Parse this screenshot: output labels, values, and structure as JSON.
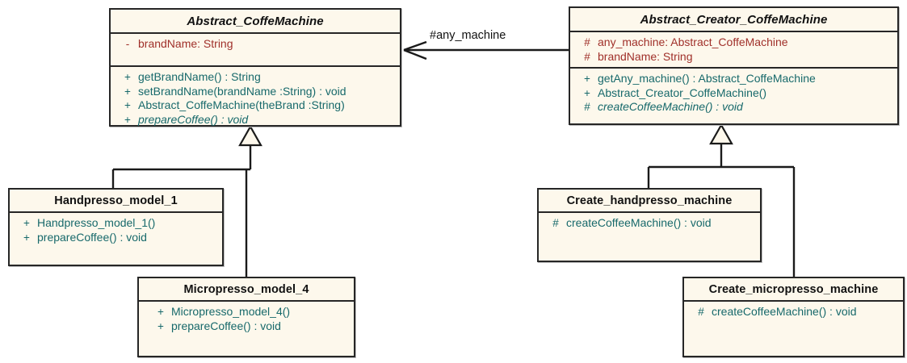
{
  "diagram": {
    "kind": "uml-class-diagram",
    "colors": {
      "box_fill": "#FDF8EC",
      "box_border": "#262626",
      "class_name": "#111111",
      "attribute": "#A0302A",
      "method": "#17696B",
      "edge": "#1a1a1a",
      "background": "#FFFFFF"
    }
  },
  "classes": {
    "abstract_coffemachine": {
      "name": "Abstract_CoffeMachine",
      "attributes": [
        {
          "visibility": "-",
          "text": "brandName:  String"
        }
      ],
      "methods": [
        {
          "visibility": "+",
          "text": "getBrandName() : String",
          "abstract": false
        },
        {
          "visibility": "+",
          "text": "setBrandName(brandName :String) : void",
          "abstract": false
        },
        {
          "visibility": "+",
          "text": "Abstract_CoffeMachine(theBrand :String)",
          "abstract": false
        },
        {
          "visibility": "+",
          "text": "prepareCoffee() : void",
          "abstract": true
        }
      ]
    },
    "abstract_creator_coffemachine": {
      "name": "Abstract_Creator_CoffeMachine",
      "attributes": [
        {
          "visibility": "#",
          "text": "any_machine:  Abstract_CoffeMachine"
        },
        {
          "visibility": "#",
          "text": "brandName:  String"
        }
      ],
      "methods": [
        {
          "visibility": "+",
          "text": "getAny_machine() : Abstract_CoffeMachine",
          "abstract": false
        },
        {
          "visibility": "+",
          "text": "Abstract_Creator_CoffeMachine()",
          "abstract": false
        },
        {
          "visibility": "#",
          "text": "createCoffeeMachine() : void",
          "abstract": true
        }
      ]
    },
    "handpresso_model_1": {
      "name": "Handpresso_model_1",
      "attributes": [],
      "methods": [
        {
          "visibility": "+",
          "text": "Handpresso_model_1()",
          "abstract": false
        },
        {
          "visibility": "+",
          "text": "prepareCoffee() : void",
          "abstract": false
        }
      ]
    },
    "micropresso_model_4": {
      "name": "Micropresso_model_4",
      "attributes": [],
      "methods": [
        {
          "visibility": "+",
          "text": "Micropresso_model_4()",
          "abstract": false
        },
        {
          "visibility": "+",
          "text": "prepareCoffee() : void",
          "abstract": false
        }
      ]
    },
    "create_handpresso_machine": {
      "name": "Create_handpresso_machine",
      "attributes": [],
      "methods": [
        {
          "visibility": "#",
          "text": "createCoffeeMachine() : void",
          "abstract": false
        }
      ]
    },
    "create_micropresso_machine": {
      "name": "Create_micropresso_machine",
      "attributes": [],
      "methods": [
        {
          "visibility": "#",
          "text": "createCoffeeMachine() : void",
          "abstract": false
        }
      ]
    }
  },
  "relationships": {
    "association_any_machine": {
      "label": "#any_machine",
      "type": "association",
      "from": "Abstract_Creator_CoffeMachine",
      "to": "Abstract_CoffeMachine"
    },
    "generalizations": [
      {
        "from": "Handpresso_model_1",
        "to": "Abstract_CoffeMachine"
      },
      {
        "from": "Micropresso_model_4",
        "to": "Abstract_CoffeMachine"
      },
      {
        "from": "Create_handpresso_machine",
        "to": "Abstract_Creator_CoffeMachine"
      },
      {
        "from": "Create_micropresso_machine",
        "to": "Abstract_Creator_CoffeMachine"
      }
    ]
  }
}
